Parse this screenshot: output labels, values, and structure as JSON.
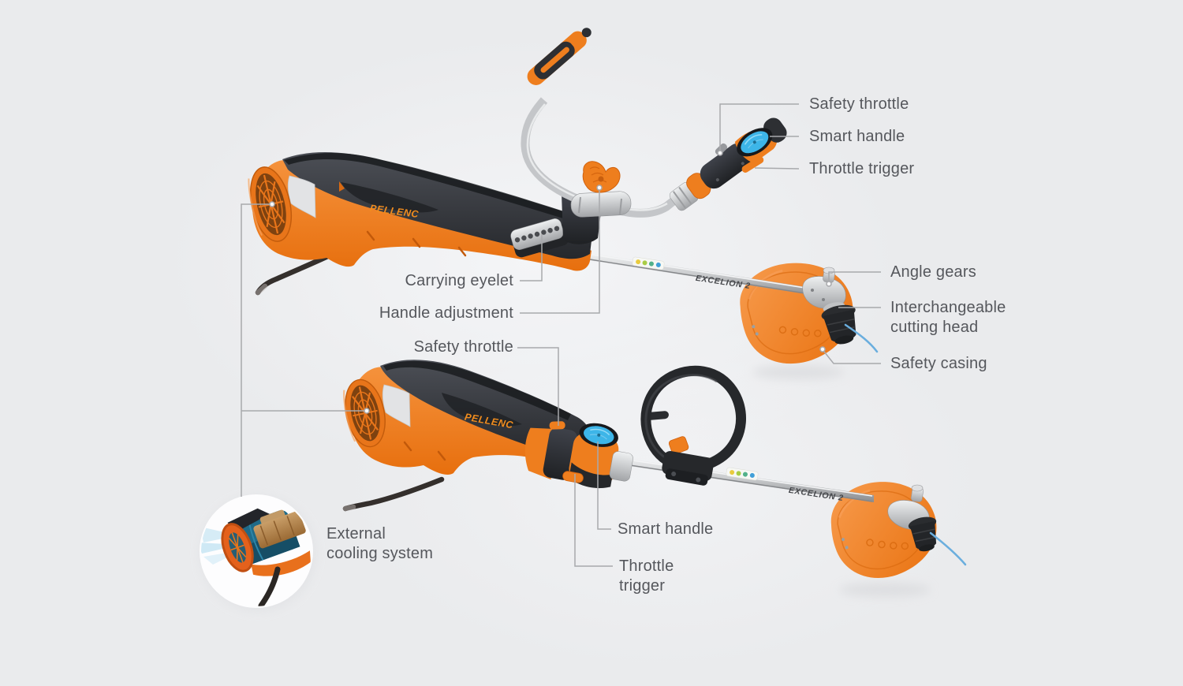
{
  "product": {
    "brand_logo": "PELLENC",
    "model_name": "EXCELION 2"
  },
  "callouts": {
    "safety_throttle_top": {
      "label": "Safety throttle"
    },
    "smart_handle_top": {
      "label": "Smart handle"
    },
    "throttle_trigger_top": {
      "label": "Throttle trigger"
    },
    "angle_gears": {
      "label": "Angle gears"
    },
    "interchangeable_cutting_head": {
      "label": "Interchangeable cutting head"
    },
    "safety_casing": {
      "label": "Safety casing"
    },
    "carrying_eyelet": {
      "label": "Carrying eyelet"
    },
    "handle_adjustment": {
      "label": "Handle adjustment"
    },
    "safety_throttle_bottom": {
      "label": "Safety throttle"
    },
    "smart_handle_bottom": {
      "label": "Smart handle"
    },
    "throttle_trigger_bottom": {
      "label": "Throttle trigger"
    },
    "external_cooling_system": {
      "label": "External cooling system"
    }
  },
  "colors": {
    "accent_orange": "#ee7e1e",
    "body_dark": "#33363b",
    "display_blue": "#3db5e8",
    "trimmer_line_blue": "#6aaede",
    "label_text": "#55575c",
    "leader_line": "#a8a9ac",
    "background": "#eaebed"
  }
}
